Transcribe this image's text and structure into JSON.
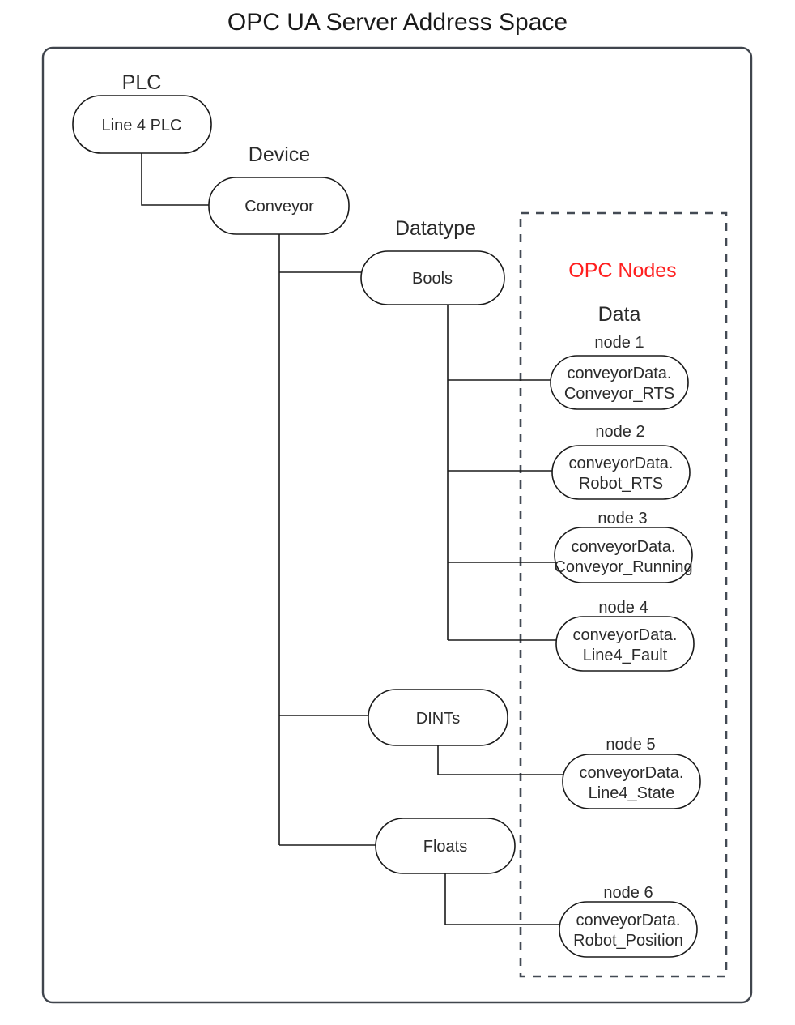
{
  "title": "OPC UA Server Address Space",
  "groups": {
    "plc_label": "PLC",
    "device_label": "Device",
    "datatype_label": "Datatype",
    "opc_nodes_label": "OPC Nodes",
    "data_label": "Data"
  },
  "colors": {
    "opc_nodes_red": "#ff1f1f",
    "box_stroke": "#1a1a1a",
    "frame_stroke": "#40454d",
    "dashed_stroke": "#434a54",
    "text": "#2b2b2b",
    "background": "#ffffff"
  },
  "tree": {
    "plc": {
      "label": "Line 4 PLC"
    },
    "device": {
      "label": "Conveyor"
    },
    "datatypes": [
      {
        "label": "Bools"
      },
      {
        "label": "DINTs"
      },
      {
        "label": "Floats"
      }
    ]
  },
  "nodes": [
    {
      "caption": "node 1",
      "line1": "conveyorData.",
      "line2": "Conveyor_RTS",
      "datatype": "Bools"
    },
    {
      "caption": "node 2",
      "line1": "conveyorData.",
      "line2": "Robot_RTS",
      "datatype": "Bools"
    },
    {
      "caption": "node 3",
      "line1": "conveyorData.",
      "line2": "Conveyor_Running",
      "datatype": "Bools"
    },
    {
      "caption": "node 4",
      "line1": "conveyorData.",
      "line2": "Line4_Fault",
      "datatype": "Bools"
    },
    {
      "caption": "node 5",
      "line1": "conveyorData.",
      "line2": "Line4_State",
      "datatype": "DINTs"
    },
    {
      "caption": "node 6",
      "line1": "conveyorData.",
      "line2": "Robot_Position",
      "datatype": "Floats"
    }
  ]
}
